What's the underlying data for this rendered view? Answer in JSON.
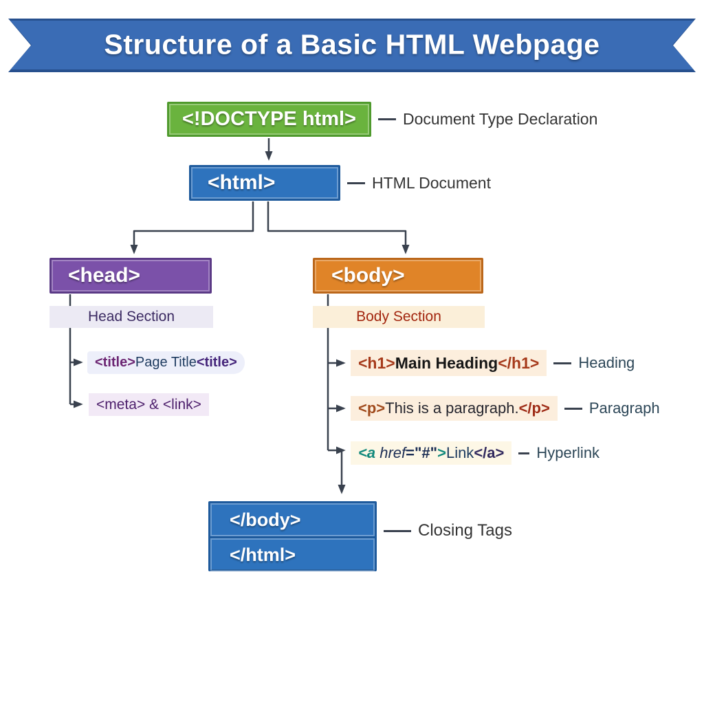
{
  "banner": {
    "title": "Structure of a Basic HTML Webpage"
  },
  "tree": {
    "doctype": {
      "code": "<!DOCTYPE html>",
      "annotation": "Document Type Declaration"
    },
    "html": {
      "code": "<html>",
      "annotation": "HTML Document"
    },
    "head": {
      "code": "<head>",
      "section_label": "Head Section",
      "children": {
        "title": {
          "open_tag": "<title>",
          "text": "Page Title",
          "close_tag": "<title>"
        },
        "meta_link": {
          "text": "<meta> & <link>"
        }
      }
    },
    "body": {
      "code": "<body>",
      "section_label": "Body Section",
      "children": {
        "h1": {
          "open_tag": "<h1>",
          "text": "Main Heading",
          "close_tag": "</h1>",
          "annotation": "Heading"
        },
        "p": {
          "open_tag": "<p>",
          "text": "This is a paragraph.",
          "close_tag": "</p>",
          "annotation": "Paragraph"
        },
        "a": {
          "open_tag": "<a",
          "attr_name": " href",
          "equals": "=",
          "attr_value": "\"#\"",
          "bracket": ">",
          "text": "Link",
          "close_tag": "</a>",
          "annotation": "Hyperlink"
        }
      }
    },
    "closing": {
      "rows": [
        "</body>",
        "</html>"
      ],
      "annotation": "Closing Tags"
    }
  },
  "colors": {
    "ribbon_blue": "#3a6cb5",
    "ribbon_border": "#27508e",
    "doctype_green": "#6ab33e",
    "blue_box": "#2e73bd",
    "head_purple": "#7b51a9",
    "body_orange": "#e08428",
    "head_strip_bg": "#eceaf4",
    "body_strip_bg": "#fbefd9",
    "chip_cream": "#fceedd",
    "arrow": "#39414e"
  }
}
